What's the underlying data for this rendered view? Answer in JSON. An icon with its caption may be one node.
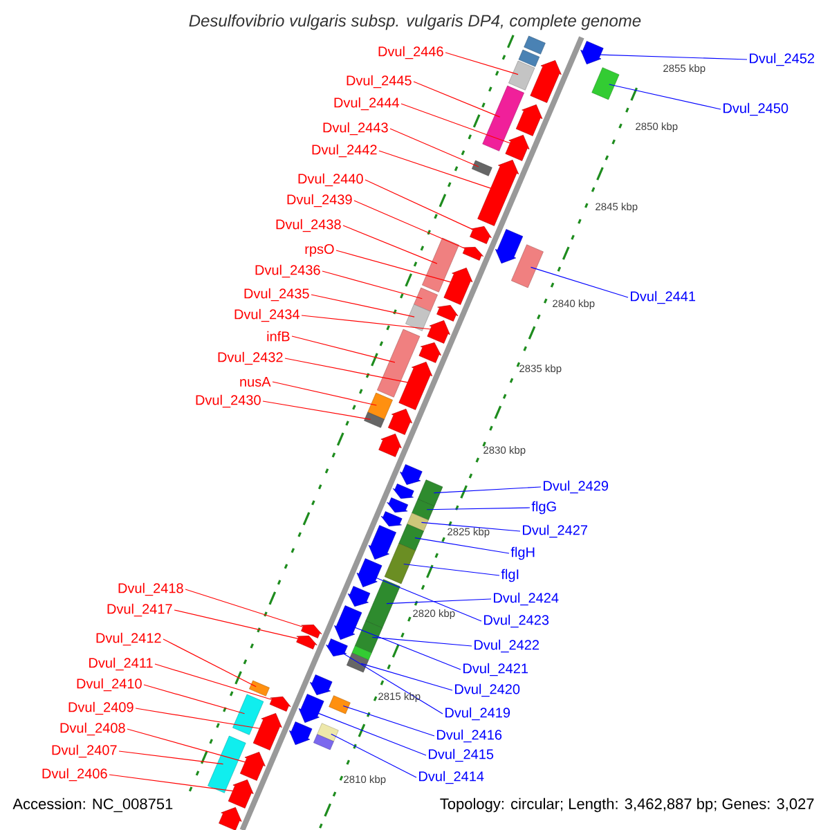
{
  "diagram": {
    "title": "Desulfovibrio vulgaris subsp. vulgaris DP4, complete genome",
    "nodes": [
      {
        "text": [
          "Dvul_2446"
        ]
      },
      {
        "text": [
          "Dvul_2445"
        ]
      },
      {
        "text": [
          "Dvul_2444"
        ]
      },
      {
        "text": [
          "Dvul_2443"
        ]
      },
      {
        "text": [
          "Dvul_2442"
        ]
      },
      {
        "text": [
          "Dvul_2440"
        ]
      },
      {
        "text": [
          "Dvul_2439"
        ]
      },
      {
        "text": [
          "Dvul_2438"
        ]
      },
      {
        "text": [
          "rpsO"
        ]
      },
      {
        "text": [
          "Dvul_2436"
        ]
      },
      {
        "text": [
          "Dvul_2435"
        ]
      },
      {
        "text": [
          "Dvul_2434"
        ]
      },
      {
        "text": [
          "infB"
        ]
      },
      {
        "text": [
          "Dvul_2432"
        ]
      },
      {
        "text": [
          "nusA"
        ]
      },
      {
        "text": [
          "Dvul_2430"
        ]
      },
      {
        "text": [
          "Dvul_2418"
        ]
      },
      {
        "text": [
          "Dvul_2417"
        ]
      },
      {
        "text": [
          "Dvul_2412"
        ]
      },
      {
        "text": [
          "Dvul_2411"
        ]
      },
      {
        "text": [
          "Dvul_2410"
        ]
      },
      {
        "text": [
          "Dvul_2409"
        ]
      },
      {
        "text": [
          "Dvul_2408"
        ]
      },
      {
        "text": [
          "Dvul_2407"
        ]
      },
      {
        "text": [
          "Dvul_2406"
        ]
      },
      {
        "text": [
          "Dvul_2452"
        ]
      },
      {
        "text": [
          "Dvul_2450"
        ]
      },
      {
        "text": [
          "Dvul_2441"
        ]
      },
      {
        "text": [
          "Dvul_2429"
        ]
      },
      {
        "text": [
          "flgG"
        ]
      },
      {
        "text": [
          "Dvul_2427"
        ]
      },
      {
        "text": [
          "flgH"
        ]
      },
      {
        "text": [
          "flgI"
        ]
      },
      {
        "text": [
          "Dvul_2424"
        ]
      },
      {
        "text": [
          "Dvul_2423"
        ]
      },
      {
        "text": [
          "Dvul_2422"
        ]
      },
      {
        "text": [
          "Dvul_2421"
        ]
      },
      {
        "text": [
          "Dvul_2420"
        ]
      },
      {
        "text": [
          "Dvul_2419"
        ]
      },
      {
        "text": [
          "Dvul_2416"
        ]
      },
      {
        "text": [
          "Dvul_2415"
        ]
      },
      {
        "text": [
          "Dvul_2414"
        ]
      },
      {
        "text": [],
        "shape": "box"
      },
      {
        "text": [],
        "shape": "box"
      },
      {
        "text": [],
        "shape": "pentagon"
      },
      {
        "text": [],
        "shape": "box"
      },
      {
        "text": [],
        "shape": "pentagon"
      },
      {
        "text": [],
        "shape": "pentagon"
      },
      {
        "text": [],
        "shape": "pentagon"
      },
      {
        "text": [],
        "shape": "box"
      },
      {
        "text": [],
        "shape": "pentagon"
      },
      {
        "text": [],
        "shape": "box"
      },
      {
        "text": [],
        "shape": "box"
      },
      {
        "text": [],
        "shape": "pentagon"
      },
      {
        "text": [],
        "shape": "box"
      },
      {
        "text": [],
        "shape": "pentagon"
      },
      {
        "text": [],
        "shape": "box"
      },
      {
        "text": [],
        "shape": "box"
      },
      {
        "text": [],
        "shape": "pentagon"
      },
      {
        "text": [],
        "shape": "pentagon"
      },
      {
        "text": [],
        "shape": "box"
      },
      {
        "text": [],
        "shape": "pentagon"
      },
      {
        "text": [],
        "shape": "box"
      },
      {
        "text": [],
        "shape": "pentagon"
      },
      {
        "text": [],
        "shape": "pentagon"
      },
      {
        "text": [],
        "shape": "box"
      },
      {
        "text": [],
        "shape": "pentagon"
      },
      {
        "text": [],
        "shape": "pentagon"
      },
      {
        "text": [],
        "shape": "box"
      },
      {
        "text": [],
        "shape": "box"
      },
      {
        "text": [],
        "shape": "box"
      },
      {
        "text": [],
        "shape": "box"
      },
      {
        "text": [],
        "shape": "box"
      },
      {
        "text": [],
        "shape": "box"
      },
      {
        "text": [],
        "shape": "box"
      },
      {
        "text": [],
        "shape": "box"
      },
      {
        "text": [],
        "shape": "pentagon"
      },
      {
        "text": [],
        "shape": "box"
      },
      {
        "text": [],
        "shape": "pentagon"
      },
      {
        "text": [],
        "shape": "box"
      },
      {
        "text": [],
        "shape": "pentagon"
      },
      {
        "text": [],
        "shape": "box"
      },
      {
        "text": [],
        "shape": "pentagon"
      },
      {
        "text": [],
        "shape": "box"
      },
      {
        "text": [],
        "shape": "pentagon"
      },
      {
        "text": [],
        "shape": "pentagon"
      },
      {
        "text": [],
        "shape": "pentagon"
      },
      {
        "text": [],
        "shape": "pentagon"
      },
      {
        "text": [],
        "shape": "pentagon"
      },
      {
        "text": [],
        "shape": "pentagon"
      },
      {
        "text": [],
        "shape": "pentagon"
      },
      {
        "text": [],
        "shape": "box"
      },
      {
        "text": [],
        "shape": "box"
      },
      {
        "text": [],
        "shape": "pentagon"
      },
      {
        "text": [],
        "shape": "pentagon"
      },
      {
        "text": [],
        "shape": "pentagon"
      },
      {
        "text": [],
        "shape": "pentagon"
      },
      {
        "text": [],
        "shape": "pentagon"
      },
      {
        "text": [],
        "shape": "pentagon"
      },
      {
        "text": [],
        "shape": "pentagon"
      },
      {
        "text": [],
        "shape": "pentagon"
      },
      {
        "text": [],
        "shape": "pentagon"
      },
      {
        "text": [],
        "shape": "box"
      },
      {
        "text": [],
        "shape": "box"
      }
    ],
    "edges": [
      {
        "from": 0,
        "to": 42,
        "arrow": "none"
      },
      {
        "from": 1,
        "to": 43,
        "arrow": "none"
      },
      {
        "from": 2,
        "to": 44,
        "arrow": "none"
      },
      {
        "from": 3,
        "to": 45,
        "arrow": "none"
      },
      {
        "from": 4,
        "to": 46,
        "arrow": "none"
      },
      {
        "from": 5,
        "to": 47,
        "arrow": "none"
      },
      {
        "from": 6,
        "to": 48,
        "arrow": "none"
      },
      {
        "from": 7,
        "to": 49,
        "arrow": "none"
      },
      {
        "from": 8,
        "to": 50,
        "arrow": "none"
      },
      {
        "from": 9,
        "to": 51,
        "arrow": "none"
      },
      {
        "from": 10,
        "to": 52,
        "arrow": "none"
      },
      {
        "from": 11,
        "to": 53,
        "arrow": "none"
      },
      {
        "from": 12,
        "to": 54,
        "arrow": "none"
      },
      {
        "from": 13,
        "to": 55,
        "arrow": "none"
      },
      {
        "from": 14,
        "to": 56,
        "arrow": "none"
      },
      {
        "from": 15,
        "to": 57,
        "arrow": "none"
      },
      {
        "from": 16,
        "to": 58,
        "arrow": "none"
      },
      {
        "from": 17,
        "to": 59,
        "arrow": "none"
      },
      {
        "from": 18,
        "to": 60,
        "arrow": "none"
      },
      {
        "from": 19,
        "to": 61,
        "arrow": "none"
      },
      {
        "from": 20,
        "to": 62,
        "arrow": "none"
      },
      {
        "from": 21,
        "to": 63,
        "arrow": "none"
      },
      {
        "from": 22,
        "to": 64,
        "arrow": "none"
      },
      {
        "from": 23,
        "to": 65,
        "arrow": "none"
      },
      {
        "from": 24,
        "to": 66,
        "arrow": "none"
      },
      {
        "from": 25,
        "to": 67,
        "arrow": "none",
        "color": "#0000ff"
      },
      {
        "from": 26,
        "to": 68,
        "arrow": "none",
        "color": "#0000ff"
      },
      {
        "from": 27,
        "to": 69,
        "arrow": "none",
        "color": "#0000ff"
      },
      {
        "from": 28,
        "to": 70,
        "arrow": "none",
        "color": "#0000ff"
      },
      {
        "from": 29,
        "to": 71,
        "arrow": "none",
        "color": "#0000ff"
      },
      {
        "from": 30,
        "to": 72,
        "arrow": "none",
        "color": "#0000ff"
      },
      {
        "from": 31,
        "to": 73,
        "arrow": "none",
        "color": "#0000ff"
      },
      {
        "from": 32,
        "to": 74,
        "arrow": "none",
        "color": "#0000ff"
      },
      {
        "from": 33,
        "to": 75,
        "arrow": "none",
        "color": "#0000ff"
      },
      {
        "from": 34,
        "to": 76,
        "arrow": "none",
        "color": "#0000ff"
      },
      {
        "from": 35,
        "to": 77,
        "arrow": "none",
        "color": "#0000ff"
      },
      {
        "from": 36,
        "to": 78,
        "arrow": "none",
        "color": "#0000ff"
      },
      {
        "from": 37,
        "to": 79,
        "arrow": "none",
        "color": "#0000ff"
      },
      {
        "from": 38,
        "to": 80,
        "arrow": "none",
        "color": "#0000ff"
      },
      {
        "from": 39,
        "to": 81,
        "arrow": "none",
        "color": "#0000ff"
      },
      {
        "from": 40,
        "to": 82,
        "arrow": "none",
        "color": "#0000ff"
      },
      {
        "from": 41,
        "to": 83,
        "arrow": "none",
        "color": "#0000ff"
      }
    ],
    "labels": [
      "2855 kbp",
      "2850 kbp",
      "2845 kbp",
      "2840 kbp",
      "2835 kbp",
      "2830 kbp",
      "2825 kbp",
      "2820 kbp",
      "2815 kbp",
      "2810 kbp",
      "Accession: NC_008751",
      "Topology: circular; Length: 3,462,887 bp; Genes: 3,027"
    ]
  }
}
